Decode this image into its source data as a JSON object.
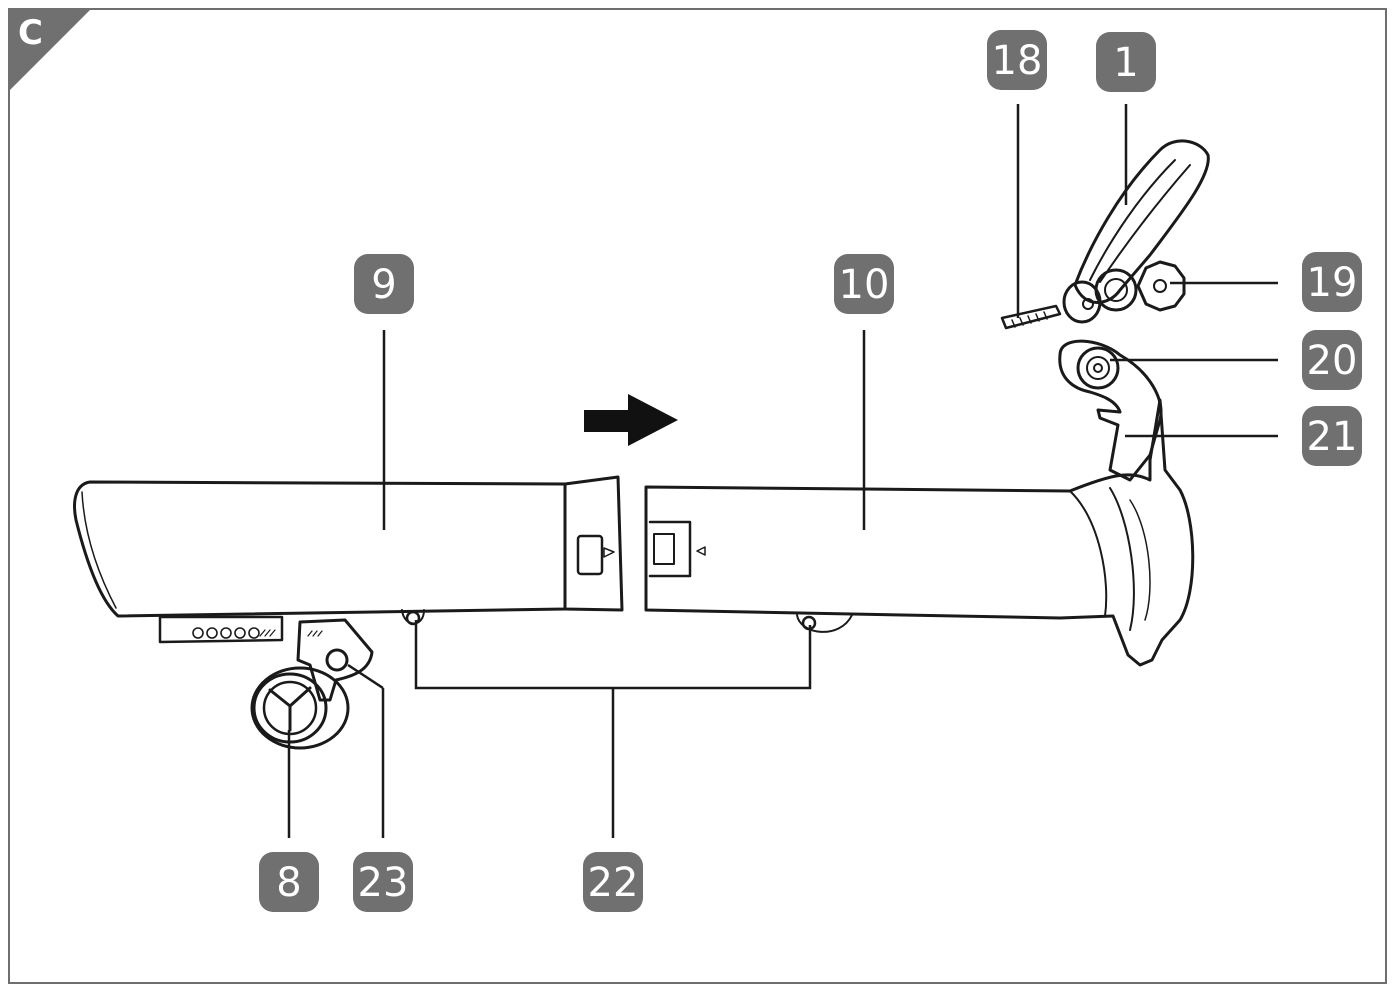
{
  "figure": {
    "panel_letter": "C",
    "labels": [
      {
        "id": "9",
        "text": "9"
      },
      {
        "id": "10",
        "text": "10"
      },
      {
        "id": "18",
        "text": "18"
      },
      {
        "id": "1",
        "text": "1"
      },
      {
        "id": "19",
        "text": "19"
      },
      {
        "id": "20",
        "text": "20"
      },
      {
        "id": "21",
        "text": "21"
      },
      {
        "id": "8",
        "text": "8"
      },
      {
        "id": "23",
        "text": "23"
      },
      {
        "id": "22",
        "text": "22"
      }
    ],
    "colors": {
      "label_bg": "#707070",
      "label_text": "#ffffff",
      "line": "#1a1a1a",
      "frame": "#6e6e6e"
    }
  }
}
